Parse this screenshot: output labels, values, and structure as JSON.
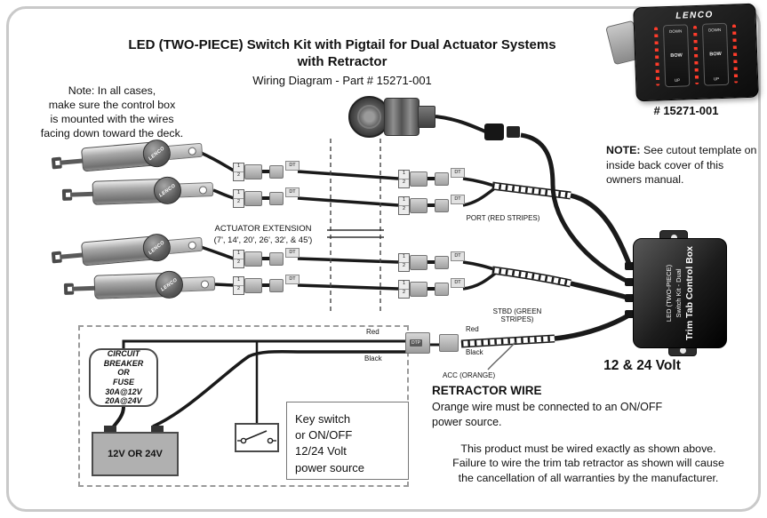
{
  "header": {
    "title_line1": "LED (TWO-PIECE) Switch Kit with Pigtail for Dual Actuator Systems",
    "title_line2": "with Retractor",
    "subtitle": "Wiring Diagram - Part # 15271-001"
  },
  "switch_panel": {
    "brand": "LENCO",
    "part_number": "# 15271-001",
    "down": "DOWN",
    "bow": "BOW",
    "up": "UP"
  },
  "notes": {
    "mount_note": "Note: In all cases,\nmake sure the control box\nis mounted with the wires\nfacing down toward the deck.",
    "cutout_label": "NOTE:",
    "cutout_text": "See cutout template on inside back cover of this owners manual.",
    "retractor_title": "RETRACTOR WIRE",
    "retractor_text": "Orange wire must be connected to an ON/OFF\npower source.",
    "warranty_text": "This product must be wired exactly as shown above.\nFailure to wire the trim tab retractor as shown will cause\nthe cancellation of all warranties by the manufacturer."
  },
  "diagram": {
    "actuator_brand": "LENCO",
    "extension_title": "ACTUATOR EXTENSION",
    "extension_lengths": "(7', 14', 20', 26', 32', & 45')",
    "port_label": "PORT (RED STRIPES)",
    "stbd_label": "STBD (GREEN\nSTRIPES)",
    "volt_label": "12 & 24 Volt",
    "dt_label": "DT",
    "dtp_label": "DTP",
    "pin1": "1",
    "pin2": "2",
    "red_label": "Red",
    "black_label": "Black",
    "acc_label": "ACC (ORANGE)"
  },
  "control_box": {
    "title": "Trim Tab Control Box",
    "subtitle1": "LED (TWO-PIECE)",
    "subtitle2": "Switch Kit - Dual"
  },
  "power": {
    "breaker_text": "CIRCUIT\nBREAKER\nOR\nFUSE\n30A@12V\n20A@24V",
    "battery_label": "12V OR 24V",
    "key_switch_text": "Key switch\nor ON/OFF\n12/24 Volt\npower source"
  },
  "colors": {
    "wire": "#1a1a1a",
    "led_red": "#ff3b2a",
    "connector_gray": "#b5b5b5",
    "box_black": "#1b1b1d"
  }
}
